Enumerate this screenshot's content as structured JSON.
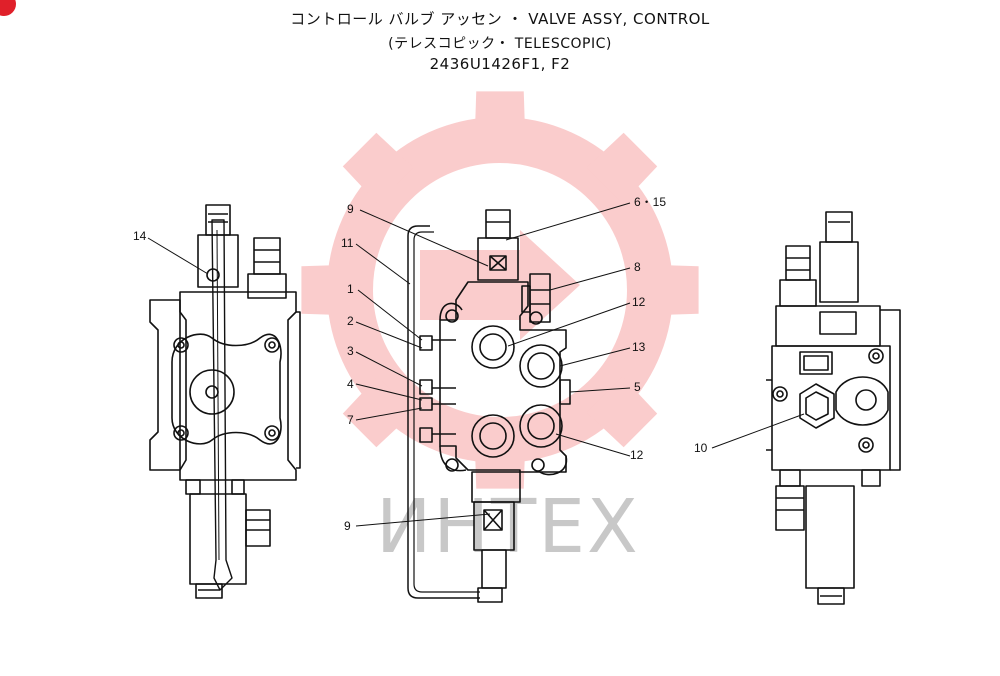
{
  "titles": {
    "line1": "コントロール バルブ アッセン ・ VALVE ASSY, CONTROL",
    "line2": "(テレスコピック・ TELESCOPIC)",
    "line3": "2436U1426F1, F2"
  },
  "watermark": {
    "text": "ИНТЕХ",
    "color": "#f04a4a"
  },
  "badge_color": "#e0202a",
  "callouts": {
    "c14": "14",
    "c9a": "9",
    "c11": "11",
    "c1": "1",
    "c2": "2",
    "c3": "3",
    "c4": "4",
    "c7": "7",
    "c9b": "9",
    "c615": "6・15",
    "c8": "8",
    "c12a": "12",
    "c13": "13",
    "c5": "5",
    "c12b": "12",
    "c10": "10"
  }
}
